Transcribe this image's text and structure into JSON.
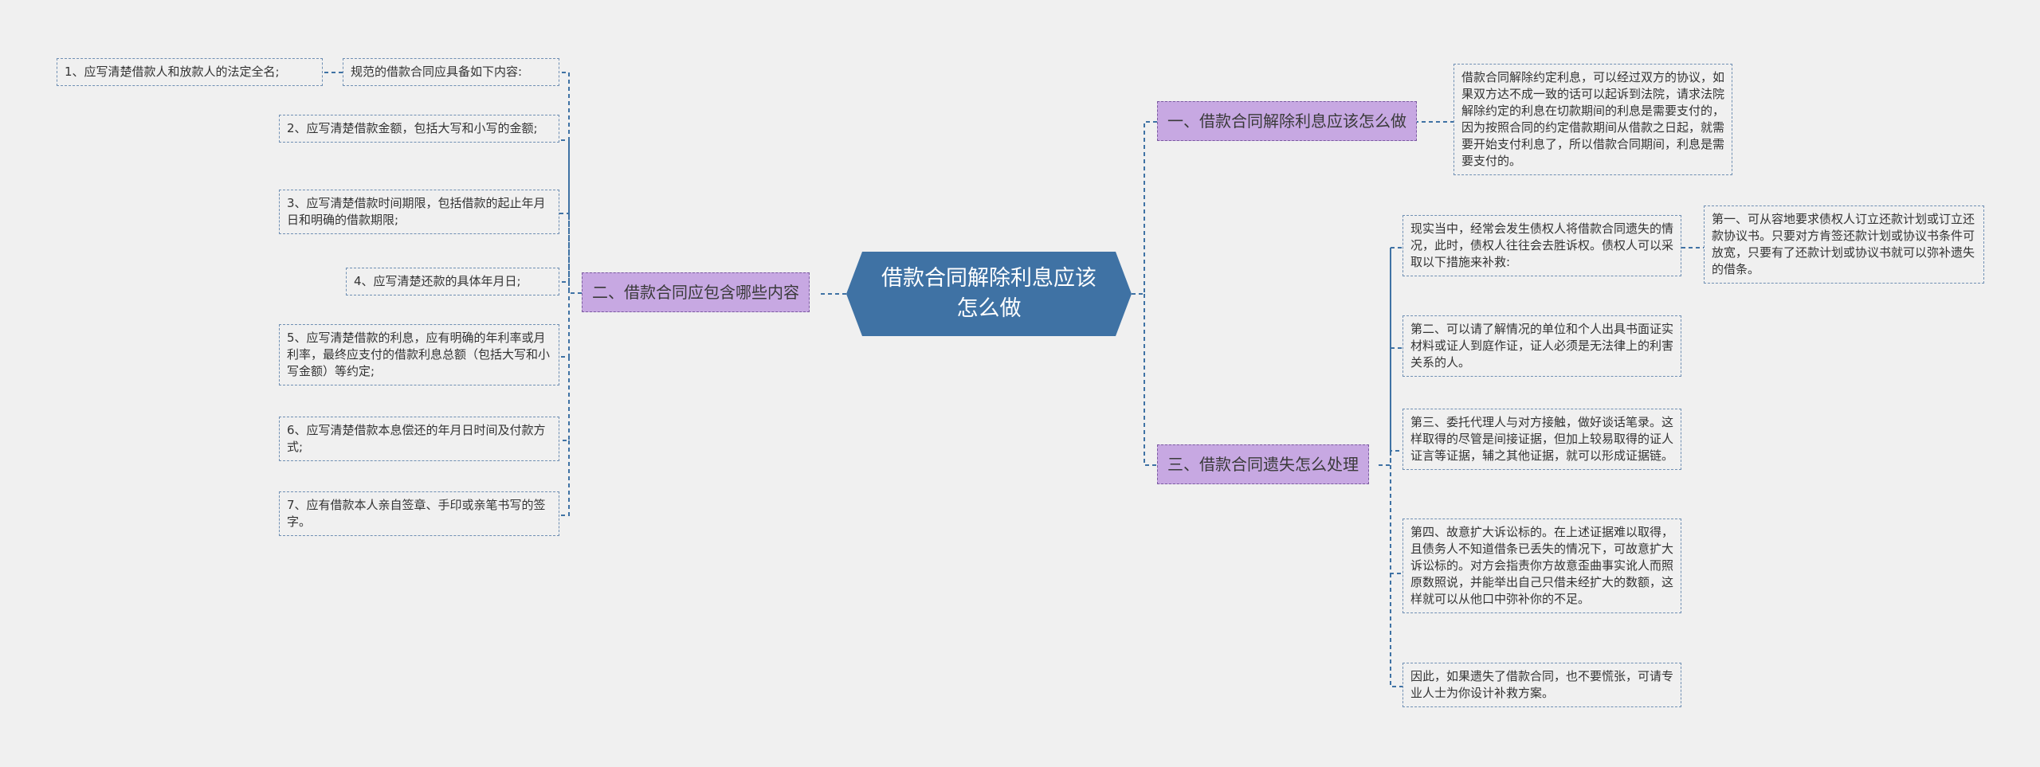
{
  "center": {
    "title": "借款合同解除利息应该怎么做"
  },
  "branch1": {
    "label": "一、借款合同解除利息应该怎么做",
    "detail": "借款合同解除约定利息，可以经过双方的协议，如果双方达不成一致的话可以起诉到法院，请求法院解除约定的利息在切款期间的利息是需要支付的，因为按照合同的约定借款期间从借款之日起，就需要开始支付利息了，所以借款合同期间，利息是需要支付的。"
  },
  "branch2": {
    "label": "二、借款合同应包含哪些内容",
    "intro": "规范的借款合同应具备如下内容:",
    "items": [
      "1、应写清楚借款人和放款人的法定全名;",
      "2、应写清楚借款金额，包括大写和小写的金额;",
      "3、应写清楚借款时间期限，包括借款的起止年月日和明确的借款期限;",
      "4、应写清楚还款的具体年月日;",
      "5、应写清楚借款的利息，应有明确的年利率或月利率，最终应支付的借款利息总额（包括大写和小写金额）等约定;",
      "6、应写清楚借款本息偿还的年月日时间及付款方式;",
      "7、应有借款本人亲自签章、手印或亲笔书写的签字。"
    ]
  },
  "branch3": {
    "label": "三、借款合同遗失怎么处理",
    "items": [
      "现实当中，经常会发生债权人将借款合同遗失的情况，此时，债权人往往会去胜诉权。债权人可以采取以下措施来补救:",
      "第二、可以请了解情况的单位和个人出具书面证实材料或证人到庭作证，证人必须是无法律上的利害关系的人。",
      "第三、委托代理人与对方接触，做好谈话笔录。这样取得的尽管是间接证据，但加上较易取得的证人证言等证据，辅之其他证据，就可以形成证据链。",
      "第四、故意扩大诉讼标的。在上述证据难以取得，且债务人不知道借条已丢失的情况下，可故意扩大诉讼标的。对方会指责你方故意歪曲事实讹人而照原数照说，并能举出自己只借未经扩大的数额，这样就可以从他口中弥补你的不足。",
      "因此，如果遗失了借款合同，也不要慌张，可请专业人士为你设计补救方案。"
    ],
    "sub": "第一、可从容地要求债权人订立还款计划或订立还款协议书。只要对方肯签还款计划或协议书条件可放宽，只要有了还款计划或协议书就可以弥补遗失的借条。"
  }
}
